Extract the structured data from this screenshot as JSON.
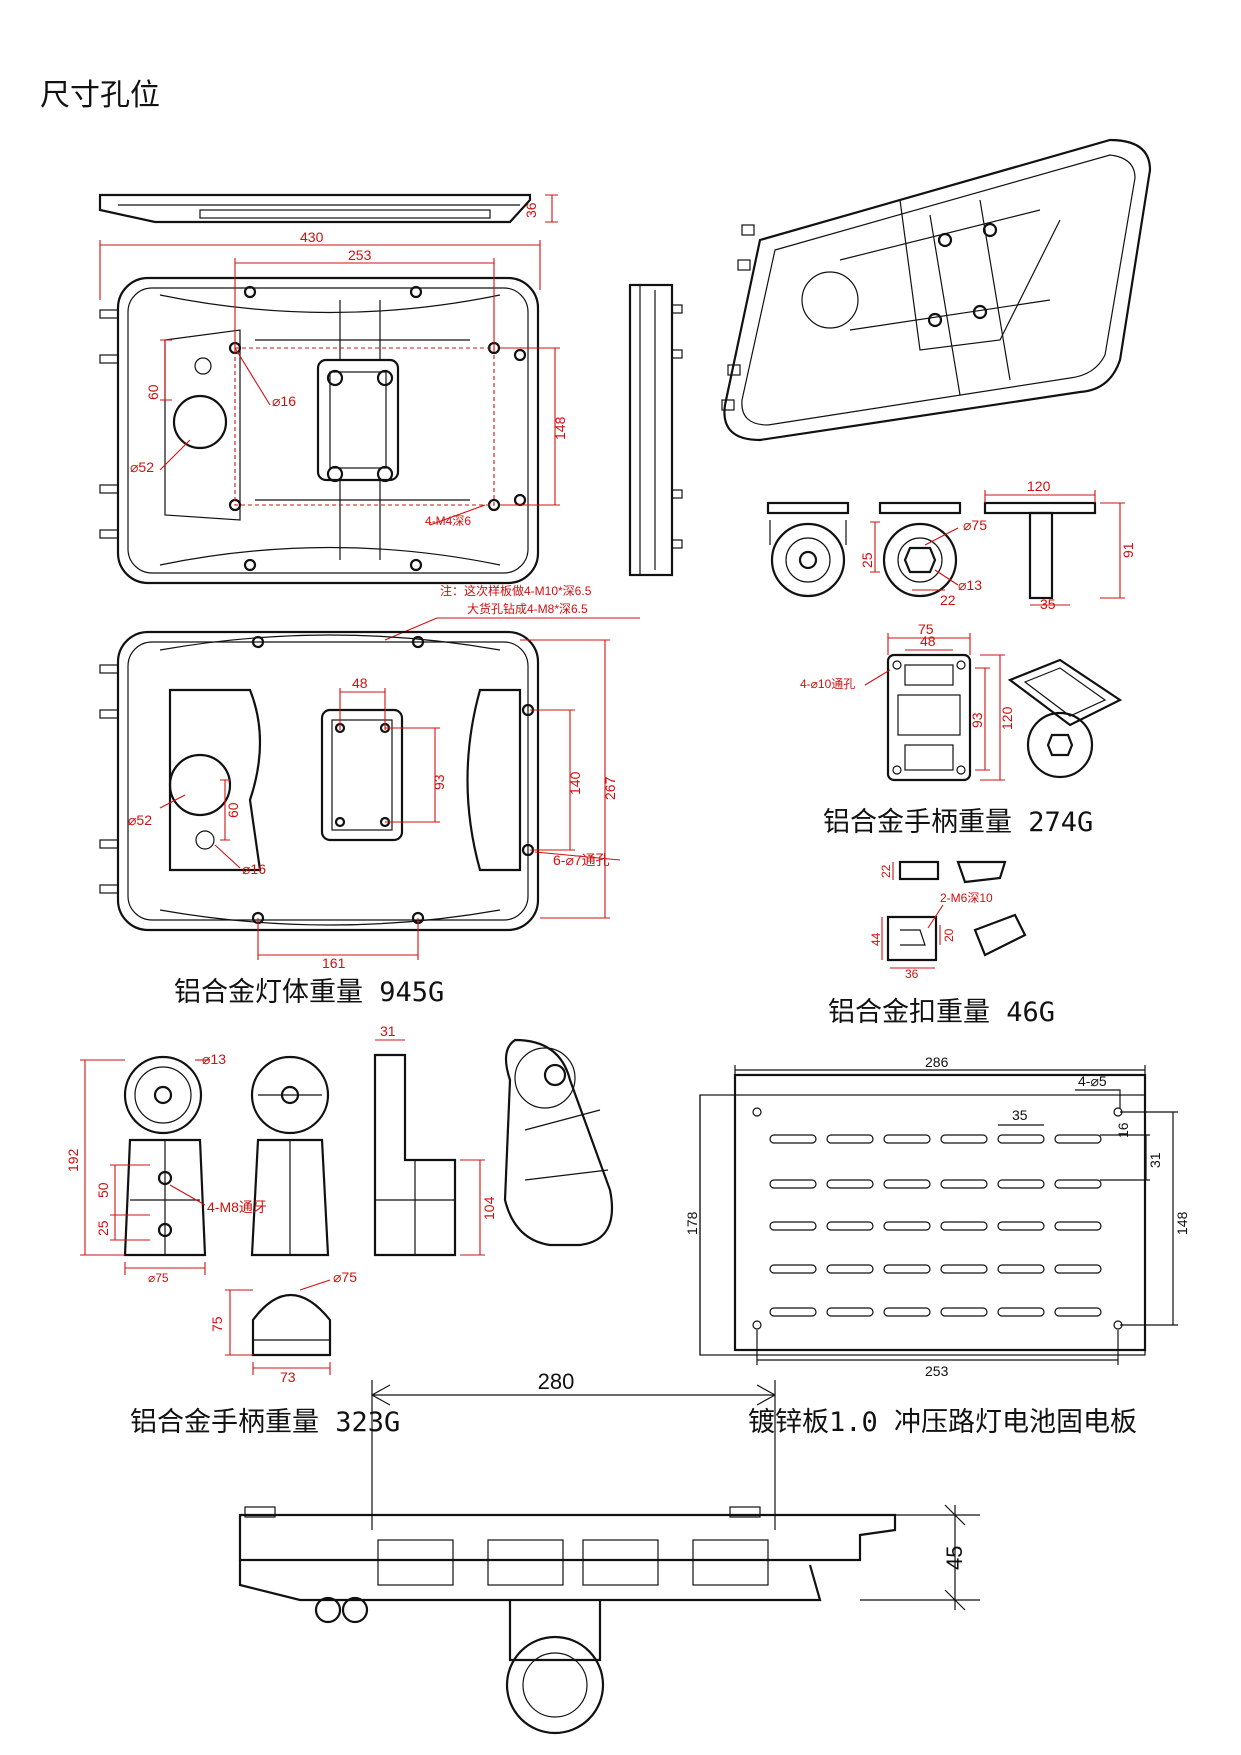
{
  "page": {
    "title": "尺寸孔位"
  },
  "captions": {
    "lamp_body": "铝合金灯体重量 945G",
    "handle_top": "铝合金手柄重量 274G",
    "clip": "铝合金扣重量 46G",
    "handle_bottom": "铝合金手柄重量 323G",
    "plate": "镀锌板1.0 冲压路灯电池固电板"
  },
  "dims": {
    "top": {
      "d36": "36",
      "d430": "430",
      "d253": "253",
      "d60": "60",
      "d148": "148",
      "d16": "⌀16",
      "d52": "⌀52",
      "m4": "4-M4深6"
    },
    "note": {
      "line1": "注：这次样板做4-M10*深6.5",
      "line2": "大货孔钻成4-M8*深6.5"
    },
    "bottom": {
      "d48": "48",
      "d93": "93",
      "d140": "140",
      "d267": "267",
      "d52": "⌀52",
      "d60": "60",
      "d16": "⌀16",
      "d161": "161",
      "d7": "6-⌀7通孔"
    },
    "wheel": {
      "d75": "⌀75",
      "d25": "25",
      "d13": "⌀13",
      "d22": "22",
      "d120": "120",
      "d91": "91",
      "d35": "35"
    },
    "plate_small": {
      "d75": "75",
      "d48": "48",
      "d10": "4-⌀10通孔",
      "d93": "93",
      "d120": "120"
    },
    "clip": {
      "d22": "22",
      "m6": "2-M6深10",
      "d44": "44",
      "d20": "20",
      "d36": "36"
    },
    "handle": {
      "d13": "⌀13",
      "d192": "192",
      "d50": "50",
      "d25": "25",
      "m8": "4-M8通牙",
      "d75": "⌀75",
      "d31": "31",
      "d104": "104",
      "dome75": "75",
      "dome_d75": "⌀75",
      "d73": "73"
    },
    "battery": {
      "d286": "286",
      "d5": "4-⌀5",
      "d35": "35",
      "d16": "16",
      "d31": "31",
      "d178": "178",
      "d148": "148",
      "d253": "253"
    },
    "side": {
      "d280": "280",
      "d45": "45"
    }
  },
  "colors": {
    "outline": "#111111",
    "dimension": "#d01010"
  }
}
